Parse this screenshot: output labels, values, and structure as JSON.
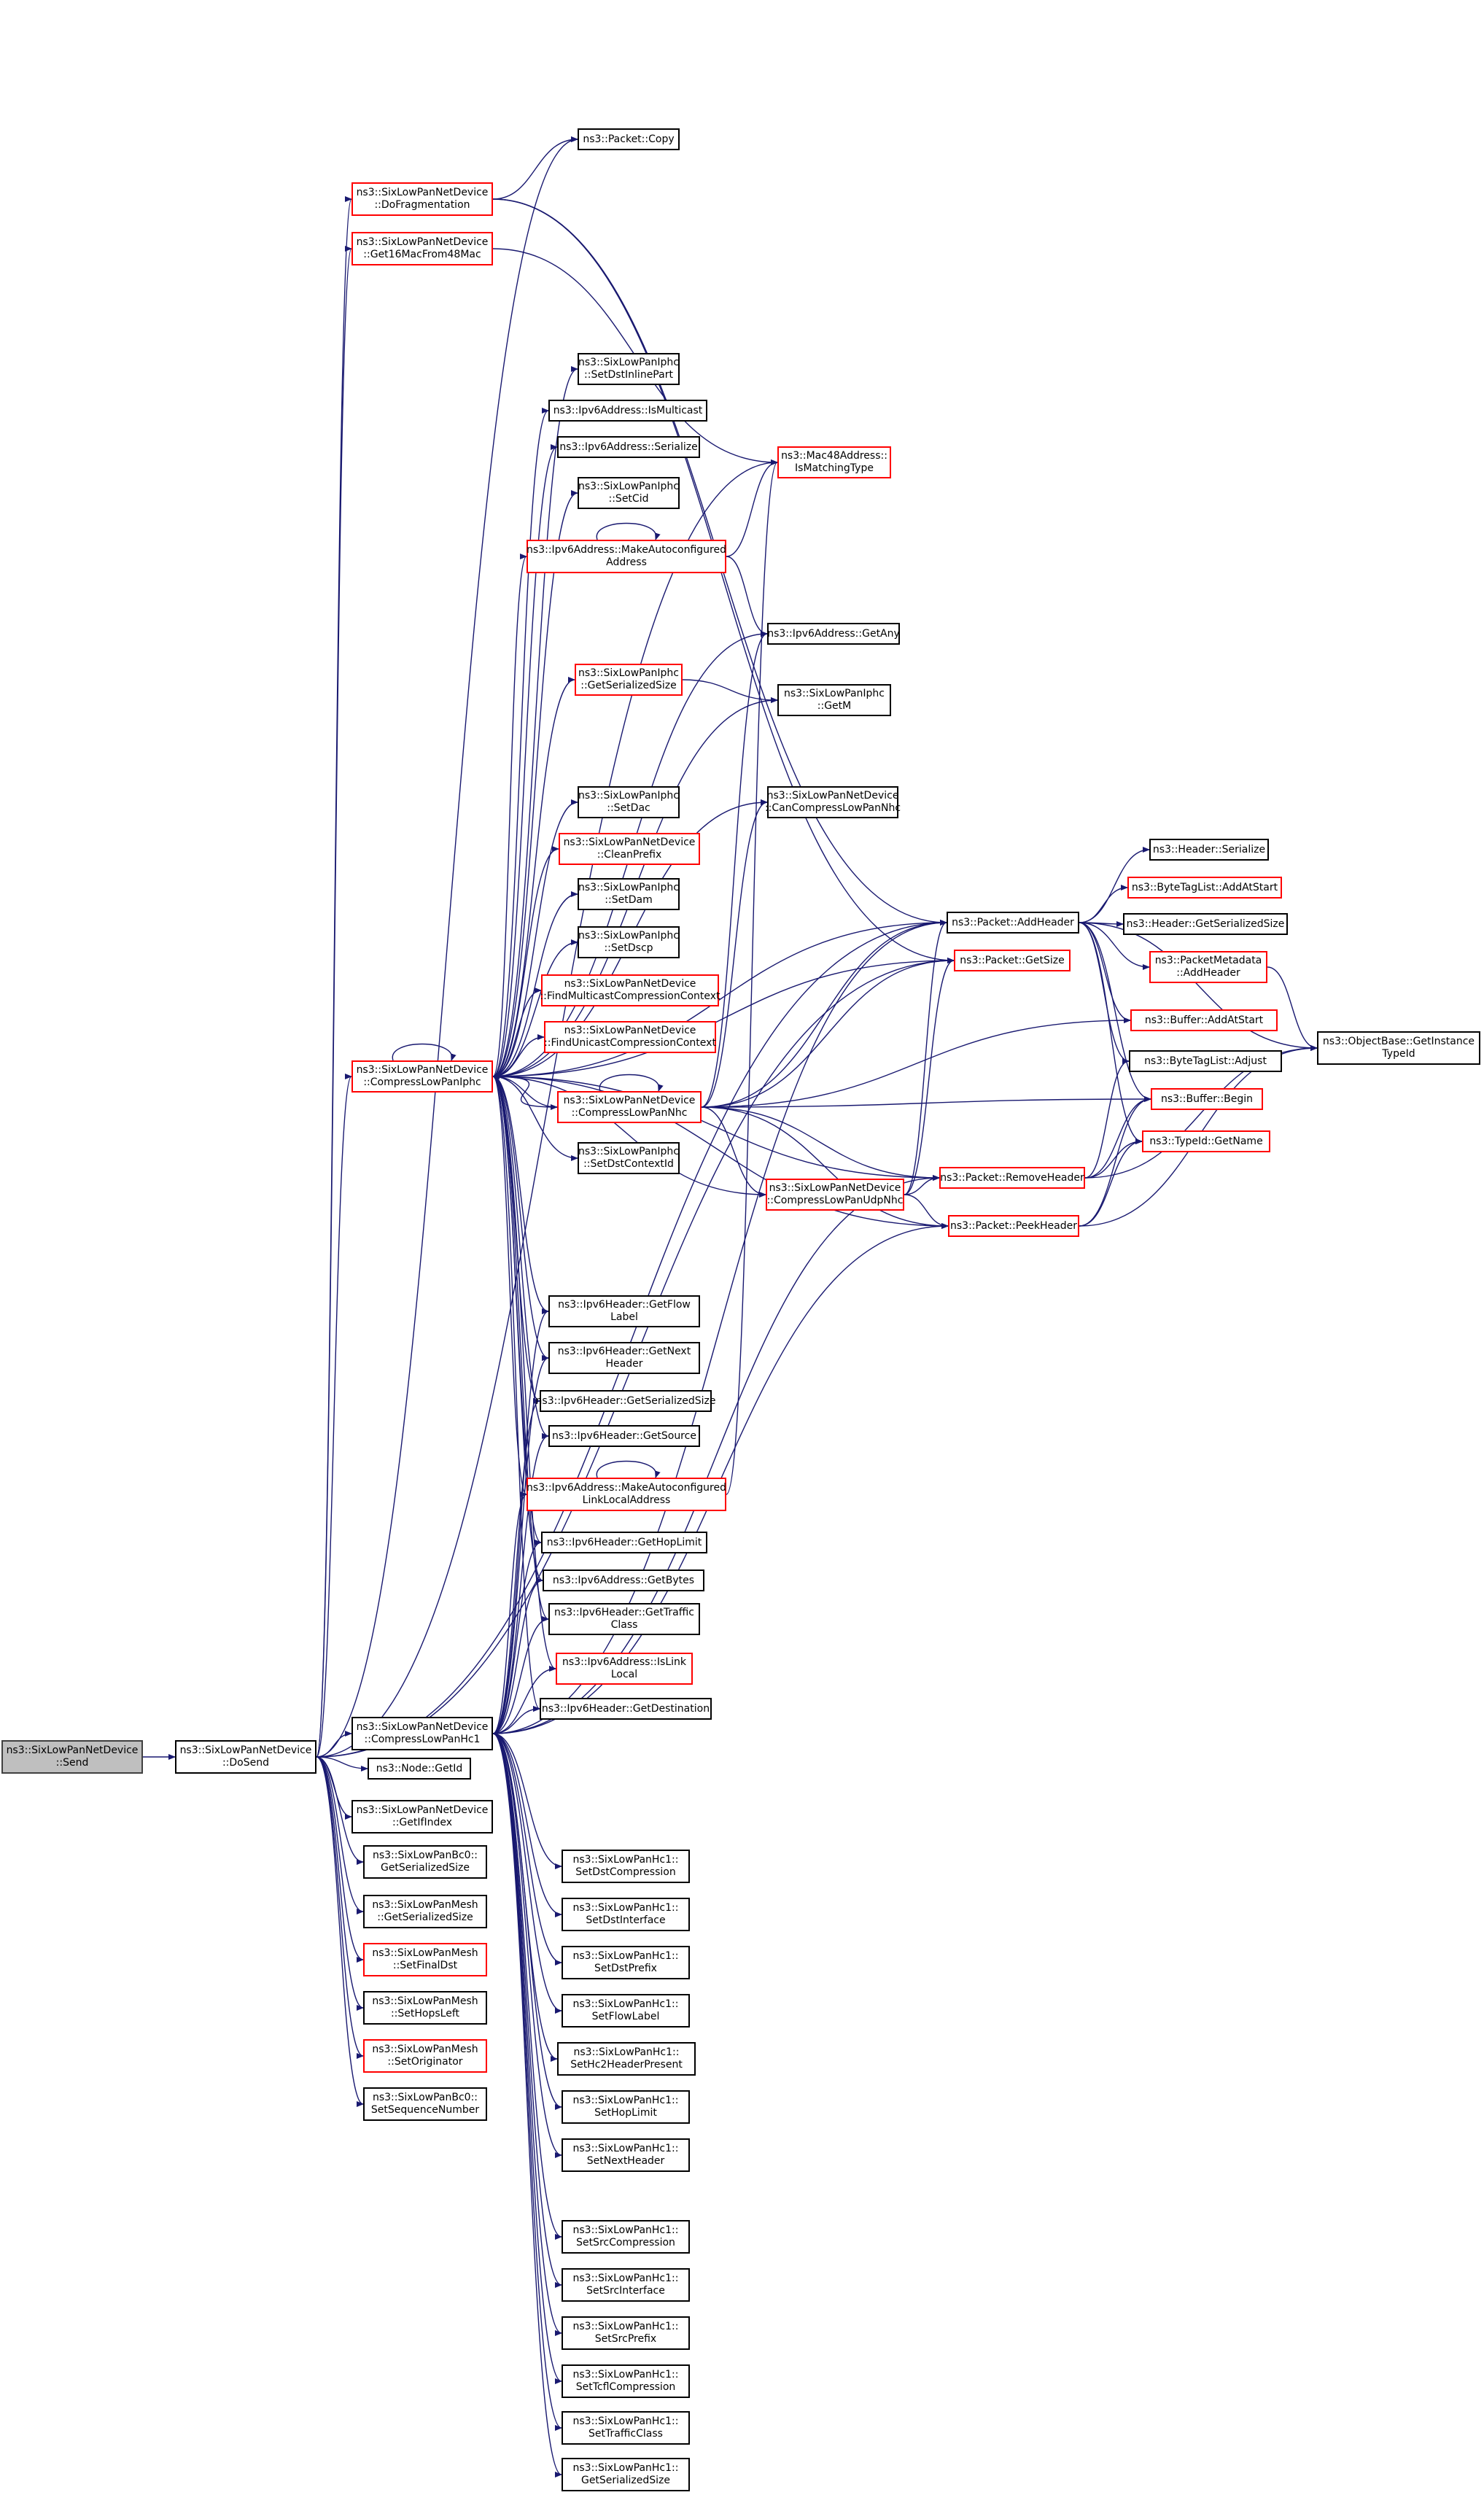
{
  "graph": {
    "edge_color": "#191970",
    "incomplete_node_color": "#ff0000",
    "root_fill": "#bfbfbf",
    "nodes": [
      {
        "id": "send",
        "lines": [
          "ns3::SixLowPanNetDevice",
          "::Send"
        ],
        "style": "root"
      },
      {
        "id": "dosend",
        "lines": [
          "ns3::SixLowPanNetDevice",
          "::DoSend"
        ],
        "style": "normal"
      },
      {
        "id": "copy",
        "lines": [
          "ns3::Packet::Copy"
        ],
        "style": "normal"
      },
      {
        "id": "dofrag",
        "lines": [
          "ns3::SixLowPanNetDevice",
          "::DoFragmentation"
        ],
        "style": "red"
      },
      {
        "id": "get16",
        "lines": [
          "ns3::SixLowPanNetDevice",
          "::Get16MacFrom48Mac"
        ],
        "style": "red"
      },
      {
        "id": "setdstinline",
        "lines": [
          "ns3::SixLowPanIphc",
          "::SetDstInlinePart"
        ],
        "style": "normal"
      },
      {
        "id": "ismulticast",
        "lines": [
          "ns3::Ipv6Address::IsMulticast"
        ],
        "style": "normal"
      },
      {
        "id": "serialize6",
        "lines": [
          "ns3::Ipv6Address::Serialize"
        ],
        "style": "normal"
      },
      {
        "id": "ismatching",
        "lines": [
          "ns3::Mac48Address::",
          "IsMatchingType"
        ],
        "style": "red"
      },
      {
        "id": "setcid",
        "lines": [
          "ns3::SixLowPanIphc",
          "::SetCid"
        ],
        "style": "normal"
      },
      {
        "id": "makeauto",
        "lines": [
          "ns3::Ipv6Address::MakeAutoconfigured",
          "Address"
        ],
        "style": "red"
      },
      {
        "id": "getany",
        "lines": [
          "ns3::Ipv6Address::GetAny"
        ],
        "style": "normal"
      },
      {
        "id": "iphcgetser",
        "lines": [
          "ns3::SixLowPanIphc",
          "::GetSerializedSize"
        ],
        "style": "red"
      },
      {
        "id": "getm",
        "lines": [
          "ns3::SixLowPanIphc",
          "::GetM"
        ],
        "style": "normal"
      },
      {
        "id": "setdac",
        "lines": [
          "ns3::SixLowPanIphc",
          "::SetDac"
        ],
        "style": "normal"
      },
      {
        "id": "cancomp",
        "lines": [
          "ns3::SixLowPanNetDevice",
          "::CanCompressLowPanNhc"
        ],
        "style": "normal"
      },
      {
        "id": "cleanprefix",
        "lines": [
          "ns3::SixLowPanNetDevice",
          "::CleanPrefix"
        ],
        "style": "red"
      },
      {
        "id": "setdam",
        "lines": [
          "ns3::SixLowPanIphc",
          "::SetDam"
        ],
        "style": "normal"
      },
      {
        "id": "setdscp",
        "lines": [
          "ns3::SixLowPanIphc",
          "::SetDscp"
        ],
        "style": "normal"
      },
      {
        "id": "findmc",
        "lines": [
          "ns3::SixLowPanNetDevice",
          "::FindMulticastCompressionContext"
        ],
        "style": "red"
      },
      {
        "id": "finduc",
        "lines": [
          "ns3::SixLowPanNetDevice",
          "::FindUnicastCompressionContext"
        ],
        "style": "red"
      },
      {
        "id": "compiphc",
        "lines": [
          "ns3::SixLowPanNetDevice",
          "::CompressLowPanIphc"
        ],
        "style": "red"
      },
      {
        "id": "compnhc",
        "lines": [
          "ns3::SixLowPanNetDevice",
          "::CompressLowPanNhc"
        ],
        "style": "red"
      },
      {
        "id": "setdstctx",
        "lines": [
          "ns3::SixLowPanIphc",
          "::SetDstContextId"
        ],
        "style": "normal"
      },
      {
        "id": "compudp",
        "lines": [
          "ns3::SixLowPanNetDevice",
          "::CompressLowPanUdpNhc"
        ],
        "style": "red"
      },
      {
        "id": "addheader",
        "lines": [
          "ns3::Packet::AddHeader"
        ],
        "style": "normal"
      },
      {
        "id": "getsize",
        "lines": [
          "ns3::Packet::GetSize"
        ],
        "style": "red"
      },
      {
        "id": "removeheader",
        "lines": [
          "ns3::Packet::RemoveHeader"
        ],
        "style": "red"
      },
      {
        "id": "peekheader",
        "lines": [
          "ns3::Packet::PeekHeader"
        ],
        "style": "red"
      },
      {
        "id": "hserialize",
        "lines": [
          "ns3::Header::Serialize"
        ],
        "style": "normal"
      },
      {
        "id": "btaddatstart",
        "lines": [
          "ns3::ByteTagList::AddAtStart"
        ],
        "style": "red"
      },
      {
        "id": "hgetser",
        "lines": [
          "ns3::Header::GetSerializedSize"
        ],
        "style": "normal"
      },
      {
        "id": "pmaddheader",
        "lines": [
          "ns3::PacketMetadata",
          "::AddHeader"
        ],
        "style": "red"
      },
      {
        "id": "bufaddatstart",
        "lines": [
          "ns3::Buffer::AddAtStart"
        ],
        "style": "red"
      },
      {
        "id": "btadjust",
        "lines": [
          "ns3::ByteTagList::Adjust"
        ],
        "style": "normal"
      },
      {
        "id": "bufbegin",
        "lines": [
          "ns3::Buffer::Begin"
        ],
        "style": "red"
      },
      {
        "id": "typegetname",
        "lines": [
          "ns3::TypeId::GetName"
        ],
        "style": "red"
      },
      {
        "id": "getinstance",
        "lines": [
          "ns3::ObjectBase::GetInstance",
          "TypeId"
        ],
        "style": "normal"
      },
      {
        "id": "getflow",
        "lines": [
          "ns3::Ipv6Header::GetFlow",
          "Label"
        ],
        "style": "normal"
      },
      {
        "id": "getnext",
        "lines": [
          "ns3::Ipv6Header::GetNext",
          "Header"
        ],
        "style": "normal"
      },
      {
        "id": "v6hgetser",
        "lines": [
          "ns3::Ipv6Header::GetSerializedSize"
        ],
        "style": "normal"
      },
      {
        "id": "getsource",
        "lines": [
          "ns3::Ipv6Header::GetSource"
        ],
        "style": "normal"
      },
      {
        "id": "makeautoll",
        "lines": [
          "ns3::Ipv6Address::MakeAutoconfigured",
          "LinkLocalAddress"
        ],
        "style": "red"
      },
      {
        "id": "gethoplimit",
        "lines": [
          "ns3::Ipv6Header::GetHopLimit"
        ],
        "style": "normal"
      },
      {
        "id": "getbytes",
        "lines": [
          "ns3::Ipv6Address::GetBytes"
        ],
        "style": "normal"
      },
      {
        "id": "gettraffic",
        "lines": [
          "ns3::Ipv6Header::GetTraffic",
          "Class"
        ],
        "style": "normal"
      },
      {
        "id": "islinklocal",
        "lines": [
          "ns3::Ipv6Address::IsLink",
          "Local"
        ],
        "style": "red"
      },
      {
        "id": "getdest",
        "lines": [
          "ns3::Ipv6Header::GetDestination"
        ],
        "style": "normal"
      },
      {
        "id": "comphc1",
        "lines": [
          "ns3::SixLowPanNetDevice",
          "::CompressLowPanHc1"
        ],
        "style": "normal"
      },
      {
        "id": "nodegetid",
        "lines": [
          "ns3::Node::GetId"
        ],
        "style": "normal"
      },
      {
        "id": "getifindex",
        "lines": [
          "ns3::SixLowPanNetDevice",
          "::GetIfIndex"
        ],
        "style": "normal"
      },
      {
        "id": "bc0getser",
        "lines": [
          "ns3::SixLowPanBc0::",
          "GetSerializedSize"
        ],
        "style": "normal"
      },
      {
        "id": "meshgetser",
        "lines": [
          "ns3::SixLowPanMesh",
          "::GetSerializedSize"
        ],
        "style": "normal"
      },
      {
        "id": "setfinaldst",
        "lines": [
          "ns3::SixLowPanMesh",
          "::SetFinalDst"
        ],
        "style": "red"
      },
      {
        "id": "sethopsleft",
        "lines": [
          "ns3::SixLowPanMesh",
          "::SetHopsLeft"
        ],
        "style": "normal"
      },
      {
        "id": "setoriginator",
        "lines": [
          "ns3::SixLowPanMesh",
          "::SetOriginator"
        ],
        "style": "red"
      },
      {
        "id": "setseqnum",
        "lines": [
          "ns3::SixLowPanBc0::",
          "SetSequenceNumber"
        ],
        "style": "normal"
      },
      {
        "id": "hc1dstcomp",
        "lines": [
          "ns3::SixLowPanHc1::",
          "SetDstCompression"
        ],
        "style": "normal"
      },
      {
        "id": "hc1dstif",
        "lines": [
          "ns3::SixLowPanHc1::",
          "SetDstInterface"
        ],
        "style": "normal"
      },
      {
        "id": "hc1dstprefix",
        "lines": [
          "ns3::SixLowPanHc1::",
          "SetDstPrefix"
        ],
        "style": "normal"
      },
      {
        "id": "hc1flow",
        "lines": [
          "ns3::SixLowPanHc1::",
          "SetFlowLabel"
        ],
        "style": "normal"
      },
      {
        "id": "hc1hc2",
        "lines": [
          "ns3::SixLowPanHc1::",
          "SetHc2HeaderPresent"
        ],
        "style": "normal"
      },
      {
        "id": "hc1hop",
        "lines": [
          "ns3::SixLowPanHc1::",
          "SetHopLimit"
        ],
        "style": "normal"
      },
      {
        "id": "hc1next",
        "lines": [
          "ns3::SixLowPanHc1::",
          "SetNextHeader"
        ],
        "style": "normal"
      },
      {
        "id": "hc1srccomp",
        "lines": [
          "ns3::SixLowPanHc1::",
          "SetSrcCompression"
        ],
        "style": "normal"
      },
      {
        "id": "hc1srcif",
        "lines": [
          "ns3::SixLowPanHc1::",
          "SetSrcInterface"
        ],
        "style": "normal"
      },
      {
        "id": "hc1srcprefix",
        "lines": [
          "ns3::SixLowPanHc1::",
          "SetSrcPrefix"
        ],
        "style": "normal"
      },
      {
        "id": "hc1tcfl",
        "lines": [
          "ns3::SixLowPanHc1::",
          "SetTcflCompression"
        ],
        "style": "normal"
      },
      {
        "id": "hc1traffic",
        "lines": [
          "ns3::SixLowPanHc1::",
          "SetTrafficClass"
        ],
        "style": "normal"
      },
      {
        "id": "hc1getser",
        "lines": [
          "ns3::SixLowPanHc1::",
          "GetSerializedSize"
        ],
        "style": "normal"
      }
    ]
  }
}
